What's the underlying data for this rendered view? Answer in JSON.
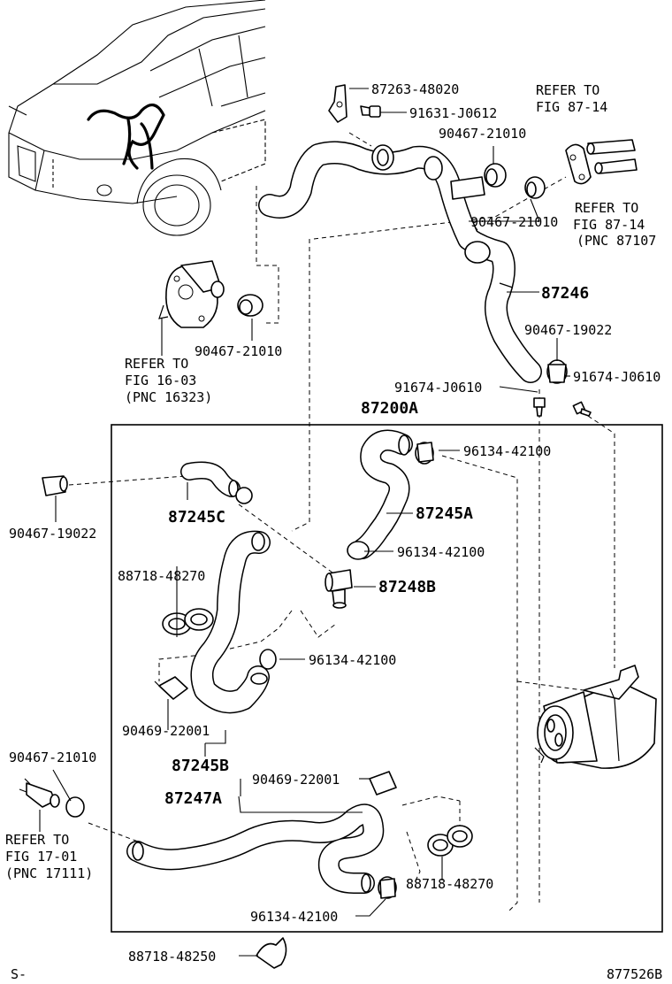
{
  "diagram_title": "",
  "group_label": "87200A",
  "labels": {
    "p87263": "87263-48020",
    "p91631": "91631-J0612",
    "p90467_21010_a": "90467-21010",
    "p90467_21010_b": "90467-21010",
    "p90467_21010_c": "90467-21010",
    "p90467_21010_d": "90467-21010",
    "p87246": "87246",
    "p90467_19022_a": "90467-19022",
    "p90467_19022_b": "90467-19022",
    "p91674_a": "91674-J0610",
    "p91674_b": "91674-J0610",
    "p96134_a": "96134-42100",
    "p96134_b": "96134-42100",
    "p96134_c": "96134-42100",
    "p96134_d": "96134-42100",
    "p87245C": "87245C",
    "p87245A": "87245A",
    "p87248B": "87248B",
    "p88718_48270_a": "88718-48270",
    "p88718_48270_b": "88718-48270",
    "p90469_a": "90469-22001",
    "p90469_b": "90469-22001",
    "p87245B": "87245B",
    "p87247A": "87247A",
    "p88718_48250": "88718-48250"
  },
  "refs": {
    "fig8714_top": [
      "REFER TO",
      "FIG 87-14"
    ],
    "fig8714_side": [
      "REFER TO",
      "FIG 87-14",
      "(PNC 87107"
    ],
    "fig1603": [
      "REFER TO",
      "FIG 16-03",
      "(PNC 16323)"
    ],
    "fig1701": [
      "REFER TO",
      "FIG 17-01",
      "(PNC 17111)"
    ]
  },
  "footer": {
    "left_code": "S-",
    "diagram_id": "877526B"
  }
}
